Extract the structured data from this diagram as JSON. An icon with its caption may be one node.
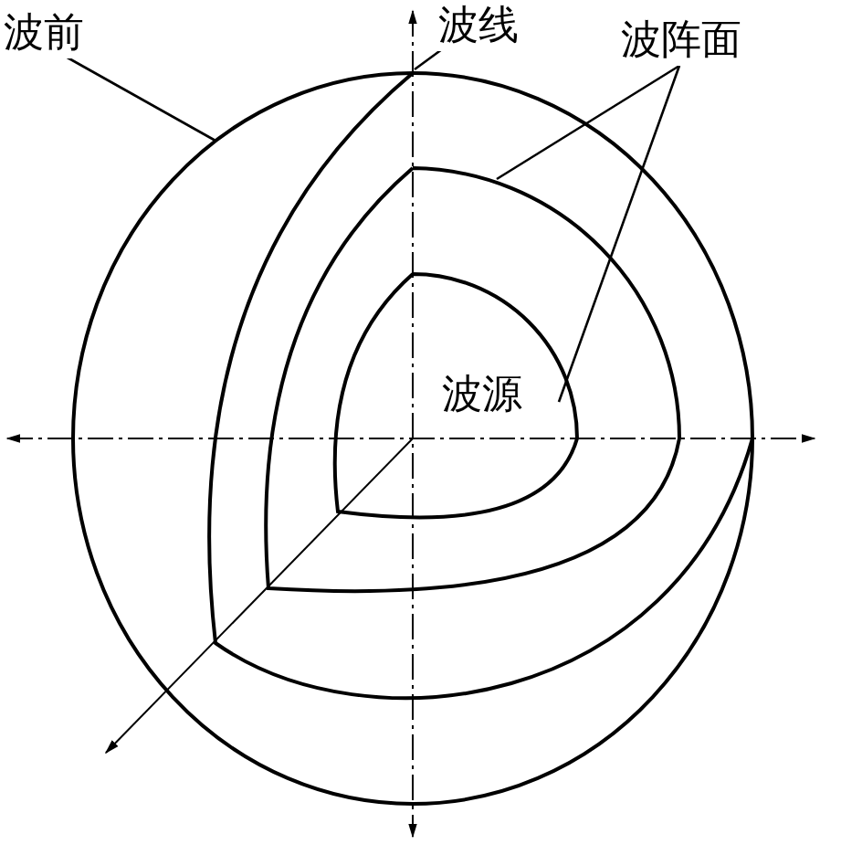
{
  "diagram": {
    "nodes": [
      {
        "text": [
          "波前"
        ]
      },
      {
        "text": [],
        "shape": "circle"
      },
      {
        "text": [
          "波线"
        ]
      },
      {
        "text": [
          "波阵面"
        ]
      },
      {
        "text": [],
        "shape": "arc",
        "in": 1
      },
      {
        "text": [],
        "shape": "arc",
        "in": 4
      },
      {
        "text": [],
        "shape": "line"
      }
    ],
    "edges": [
      {
        "from": 0,
        "to": 1,
        "arrow": "none"
      },
      {
        "from": 2,
        "to": 6,
        "arrow": "none"
      },
      {
        "from": 3,
        "to": 4,
        "arrow": "none"
      },
      {
        "from": 3,
        "to": 5,
        "arrow": "none"
      }
    ],
    "labels": [
      "波源"
    ]
  }
}
